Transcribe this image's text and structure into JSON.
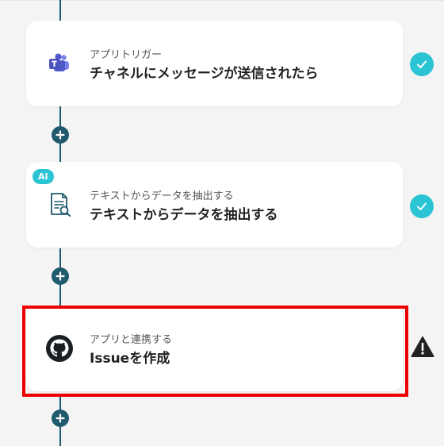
{
  "flow": {
    "steps": [
      {
        "subtitle": "アプリトリガー",
        "title": "チャネルにメッセージが送信されたら",
        "icon": "teams-icon",
        "status": "complete"
      },
      {
        "badge": "AI",
        "subtitle": "テキストからデータを抽出する",
        "title": "テキストからデータを抽出する",
        "icon": "document-search-icon",
        "status": "complete"
      },
      {
        "subtitle": "アプリと連携する",
        "title": "Issueを作成",
        "icon": "github-icon",
        "status": "warning",
        "highlighted": true
      }
    ],
    "add_buttons": [
      "plus-icon",
      "plus-icon",
      "plus-icon"
    ]
  },
  "colors": {
    "background": "#f4f4f5",
    "connector": "#1f5a6e",
    "check_badge": "#2bc4d4",
    "ai_badge": "#2bc4d4",
    "highlight_border": "#ee0000",
    "teams_purple": "#5059c9"
  }
}
